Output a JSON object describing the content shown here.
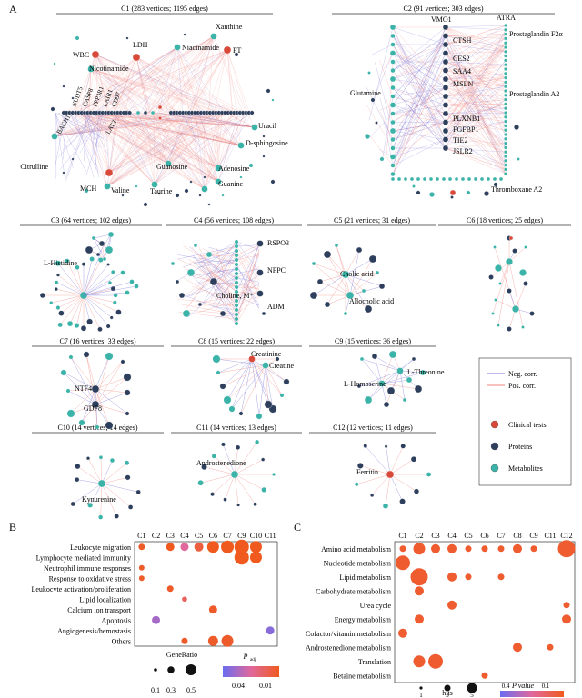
{
  "panel_a": {
    "label": "A",
    "clusters": [
      {
        "id": "C1",
        "title": "C1 (283 vertices; 1195 edges)",
        "nodes": [
          "Xanthine",
          "LDH",
          "Niacinamide",
          "PT",
          "WBC",
          "Nicotinamide",
          "NUDT5",
          "CASP8",
          "PPP3R1",
          "LAIR1",
          "CD97",
          "BACH1",
          "LAT2",
          "Uracil",
          "D-sphingosine",
          "Citrulline",
          "Adenosine",
          "Guanosine",
          "MCH",
          "Valine",
          "Taurine",
          "Guanine"
        ]
      },
      {
        "id": "C2",
        "title": "C2 (91 vertices; 303 edges)",
        "nodes": [
          "VMO1",
          "ATRA",
          "CTSH",
          "Prostaglandin F2α",
          "CES2",
          "SAA4",
          "MSLN",
          "Glutamine",
          "Prostaglandin A2",
          "PLXNB1",
          "FGFBP1",
          "TIE2",
          "JSLR2",
          "Thromboxane A2"
        ]
      },
      {
        "id": "C3",
        "title": "C3 (64 vertices; 102 edges)",
        "nodes": [
          "L-Histidine"
        ]
      },
      {
        "id": "C4",
        "title": "C4 (56 vertices; 108 edges)",
        "nodes": [
          "RSPO3",
          "NPPC",
          "Choline, M⁺",
          "ADM"
        ]
      },
      {
        "id": "C5",
        "title": "C5 (21 vertices; 31 edges)",
        "nodes": [
          "Cholic acid",
          "Allocholic acid"
        ]
      },
      {
        "id": "C6",
        "title": "C6 (18 vertices; 25 edges)",
        "nodes": []
      },
      {
        "id": "C7",
        "title": "C7 (16 vertices; 33 edges)",
        "nodes": [
          "NTF4",
          "GDF8"
        ]
      },
      {
        "id": "C8",
        "title": "C8 (15 vertices; 22 edges)",
        "nodes": [
          "Creatinine",
          "Creatine"
        ]
      },
      {
        "id": "C9",
        "title": "C9 (15 vertices; 36 edges)",
        "nodes": [
          "L-Threonine",
          "L-Homoserine"
        ]
      },
      {
        "id": "C10",
        "title": "C10 (14 vertices; 14 edges)",
        "nodes": [
          "Kynurenine"
        ]
      },
      {
        "id": "C11",
        "title": "C11 (14 vertices; 13 edges)",
        "nodes": [
          "Androstenedione"
        ]
      },
      {
        "id": "C12",
        "title": "C12 (12 vertices; 11 edges)",
        "nodes": [
          "Ferritin"
        ]
      }
    ],
    "legend": {
      "neg": "Neg. corr.",
      "pos": "Pos. corr.",
      "clinical": "Clinical tests",
      "proteins": "Proteins",
      "metabolites": "Metabolites",
      "colors": {
        "neg": "#7b74d6",
        "pos": "#f0877f",
        "clinical": "#d9493a",
        "proteins": "#2d3f5c",
        "metabolites": "#3bb3a8"
      }
    }
  },
  "panel_b": {
    "label": "B",
    "chart_data": {
      "type": "dot",
      "columns": [
        "C1",
        "C2",
        "C3",
        "C4",
        "C5",
        "C6",
        "C7",
        "C9",
        "C10",
        "C11"
      ],
      "rows": [
        "Leukocyte migration",
        "Lymphocyte mediated immunity",
        "Neutrophil immune responses",
        "Response to oxidative stress",
        "Leukocyte activation/proliferation",
        "Lipid localization",
        "Calcium ion transport",
        "Apoptosis",
        "Angiogenesis/hemostasis",
        "Others"
      ],
      "points": [
        {
          "row": 0,
          "col": 0,
          "size": 0.15,
          "p": 0.012
        },
        {
          "row": 0,
          "col": 2,
          "size": 0.25,
          "p": 0.01
        },
        {
          "row": 0,
          "col": 3,
          "size": 0.25,
          "p": 0.03
        },
        {
          "row": 0,
          "col": 4,
          "size": 0.3,
          "p": 0.015
        },
        {
          "row": 0,
          "col": 5,
          "size": 0.45,
          "p": 0.01
        },
        {
          "row": 0,
          "col": 6,
          "size": 0.5,
          "p": 0.01
        },
        {
          "row": 0,
          "col": 7,
          "size": 0.6,
          "p": 0.01
        },
        {
          "row": 0,
          "col": 8,
          "size": 0.45,
          "p": 0.01
        },
        {
          "row": 1,
          "col": 7,
          "size": 0.6,
          "p": 0.01
        },
        {
          "row": 1,
          "col": 8,
          "size": 0.45,
          "p": 0.01
        },
        {
          "row": 2,
          "col": 0,
          "size": 0.1,
          "p": 0.012
        },
        {
          "row": 3,
          "col": 0,
          "size": 0.1,
          "p": 0.012
        },
        {
          "row": 4,
          "col": 2,
          "size": 0.15,
          "p": 0.012
        },
        {
          "row": 5,
          "col": 3,
          "size": 0.08,
          "p": 0.02
        },
        {
          "row": 6,
          "col": 5,
          "size": 0.25,
          "p": 0.012
        },
        {
          "row": 7,
          "col": 1,
          "size": 0.25,
          "p": 0.04
        },
        {
          "row": 8,
          "col": 9,
          "size": 0.25,
          "p": 0.045
        },
        {
          "row": 9,
          "col": 3,
          "size": 0.15,
          "p": 0.012
        },
        {
          "row": 9,
          "col": 5,
          "size": 0.35,
          "p": 0.012
        },
        {
          "row": 9,
          "col": 6,
          "size": 0.45,
          "p": 0.012
        }
      ],
      "size_legend_title": "GeneRatio",
      "size_legend_values": [
        "0.1",
        "0.3",
        "0.5"
      ],
      "color_legend_title": "P",
      "color_legend_sub": "adj",
      "color_legend_ticks": [
        "0.04",
        "0.01"
      ],
      "colors": {
        "low": "#6a6cf0",
        "high": "#f05a1e",
        "mid": "#e0689c"
      }
    }
  },
  "panel_c": {
    "label": "C",
    "chart_data": {
      "type": "dot",
      "columns": [
        "C1",
        "C2",
        "C3",
        "C4",
        "C5",
        "C6",
        "C7",
        "C8",
        "C9",
        "C11",
        "C12"
      ],
      "rows": [
        "Amino acid metabolism",
        "Nucleotide metabolism",
        "Lipid metabolism",
        "Carbohydrate metabolism",
        "Urea cycle",
        "Energy metabolism",
        "Cofactor/vitamin metabolism",
        "Androstenedione metabolism",
        "Translation",
        "Betaine metabolism"
      ],
      "points": [
        {
          "row": 0,
          "col": 0,
          "hits": 1,
          "p": 0.12
        },
        {
          "row": 0,
          "col": 1,
          "hits": 3,
          "p": 0.12
        },
        {
          "row": 0,
          "col": 2,
          "hits": 2,
          "p": 0.12
        },
        {
          "row": 0,
          "col": 3,
          "hits": 2,
          "p": 0.12
        },
        {
          "row": 0,
          "col": 4,
          "hits": 1,
          "p": 0.12
        },
        {
          "row": 0,
          "col": 5,
          "hits": 1,
          "p": 0.12
        },
        {
          "row": 0,
          "col": 6,
          "hits": 1,
          "p": 0.12
        },
        {
          "row": 0,
          "col": 7,
          "hits": 2,
          "p": 0.12
        },
        {
          "row": 0,
          "col": 8,
          "hits": 1,
          "p": 0.12
        },
        {
          "row": 0,
          "col": 10,
          "hits": 5,
          "p": 0.12
        },
        {
          "row": 1,
          "col": 0,
          "hits": 4,
          "p": 0.12
        },
        {
          "row": 2,
          "col": 1,
          "hits": 5,
          "p": 0.12
        },
        {
          "row": 2,
          "col": 3,
          "hits": 2,
          "p": 0.12
        },
        {
          "row": 2,
          "col": 4,
          "hits": 1,
          "p": 0.12
        },
        {
          "row": 2,
          "col": 6,
          "hits": 1,
          "p": 0.12
        },
        {
          "row": 3,
          "col": 1,
          "hits": 2,
          "p": 0.12
        },
        {
          "row": 4,
          "col": 3,
          "hits": 2,
          "p": 0.12
        },
        {
          "row": 4,
          "col": 10,
          "hits": 1,
          "p": 0.12
        },
        {
          "row": 5,
          "col": 1,
          "hits": 2,
          "p": 0.12
        },
        {
          "row": 5,
          "col": 10,
          "hits": 2,
          "p": 0.12
        },
        {
          "row": 6,
          "col": 0,
          "hits": 2,
          "p": 0.12
        },
        {
          "row": 7,
          "col": 7,
          "hits": 2,
          "p": 0.12
        },
        {
          "row": 7,
          "col": 9,
          "hits": 1,
          "p": 0.12
        },
        {
          "row": 8,
          "col": 1,
          "hits": 3,
          "p": 0.12
        },
        {
          "row": 8,
          "col": 2,
          "hits": 4,
          "p": 0.12
        },
        {
          "row": 9,
          "col": 5,
          "hits": 1,
          "p": 0.12
        }
      ],
      "size_legend_title": "hits",
      "size_legend_values": [
        "1",
        "3",
        "5"
      ],
      "color_legend_title": "P value",
      "color_legend_ticks": [
        "0.4",
        "0.1"
      ],
      "colors": {
        "low": "#6a6cf0",
        "high": "#f05a1e",
        "mid": "#e0689c"
      }
    }
  }
}
